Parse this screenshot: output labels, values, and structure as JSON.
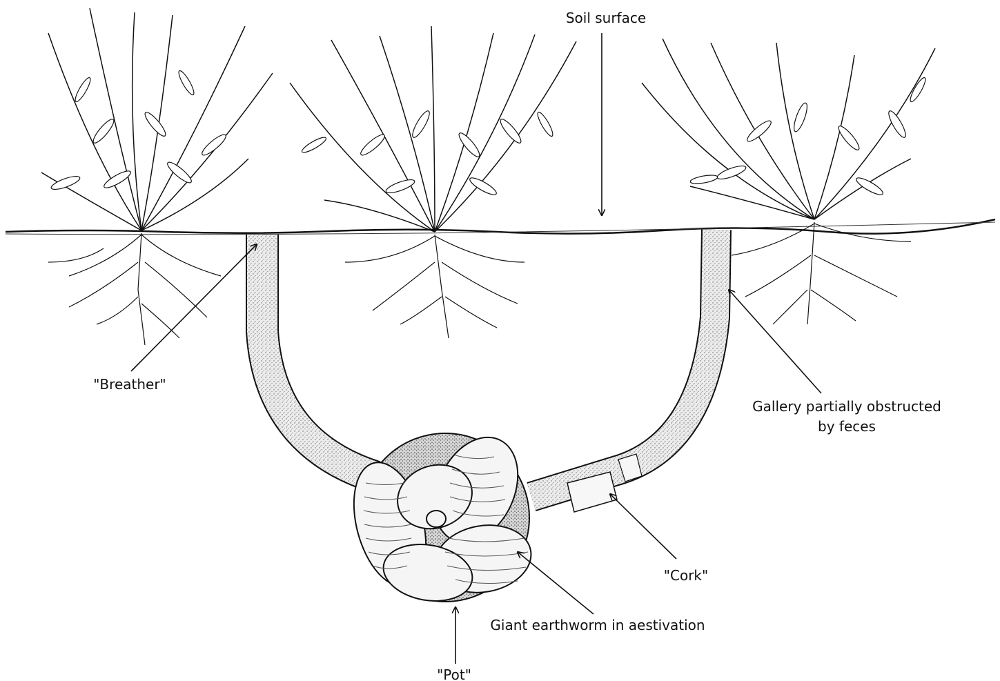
{
  "labels": {
    "soil_surface": "Soil surface",
    "breather": "\"Breather\"",
    "gallery_line1": "Gallery partially obstructed",
    "gallery_line2": "by feces",
    "cork": "\"Cork\"",
    "earthworm": "Giant earthworm in aestivation",
    "pot": "\"Pot\""
  },
  "colors": {
    "ink": "#111111",
    "paper": "#ffffff",
    "burrow_fill": "#e9e9e9",
    "pot_fill": "#d9d9d9",
    "worm_fill": "#f4f4f4"
  }
}
